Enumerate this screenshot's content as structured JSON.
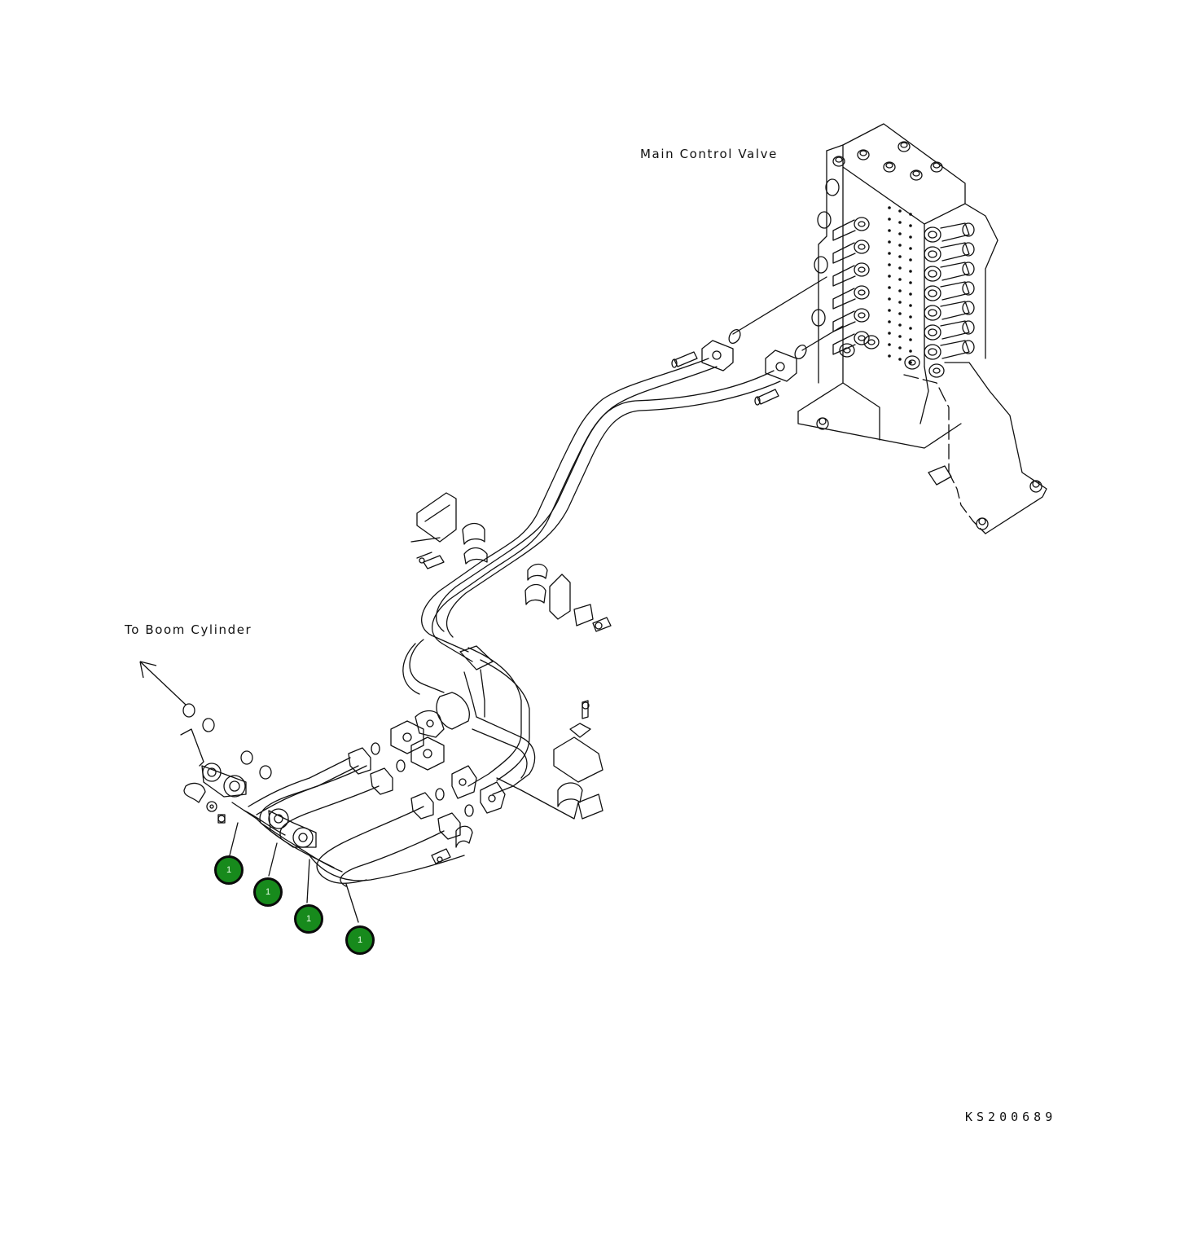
{
  "labels": {
    "main_control_valve": "Main Control Valve",
    "to_boom_cylinder": "To Boom Cylinder",
    "drawing_code": "KS200689"
  },
  "callouts": [
    {
      "number": "1"
    },
    {
      "number": "1"
    },
    {
      "number": "1"
    },
    {
      "number": "1"
    }
  ],
  "colors": {
    "callout_fill": "#178a1c",
    "line": "#111111"
  }
}
